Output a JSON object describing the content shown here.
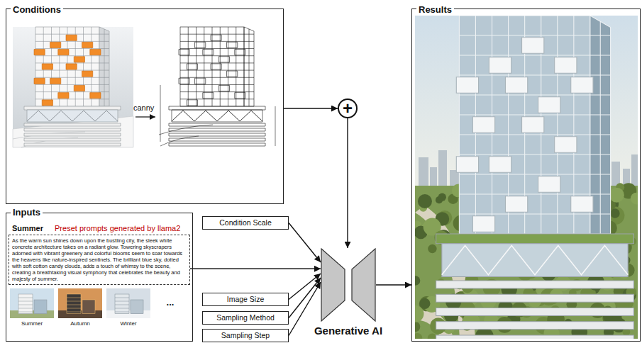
{
  "diagram": {
    "nodes": [
      {
        "text": [
          "Conditions"
        ]
      },
      {
        "text": [
          "+"
        ]
      },
      {
        "text": [
          "Inputs",
          "Summer",
          "Preset prompts generated by llama2"
        ]
      },
      {
        "text": [
          "As the warm sun shines down upon the bustling city, the sleek white concrete architecture takes on a radiant glow. Towering skyscrapers adorned with vibrant greenery and colorful blooms seem to soar towards the heavens like nature-inspired sentinels. The brilliant blue sky, dotted with soft cotton candy clouds, adds a touch of whimsy to the scene, creating a breathtaking visual symphony that celebrates the beauty and majesty of summer."
        ],
        "in": 2
      },
      {
        "text": [
          "Condition Scale"
        ]
      },
      {
        "text": [
          "Image Size"
        ]
      },
      {
        "text": [
          "Sampling Method"
        ]
      },
      {
        "text": [
          "Sampling Step"
        ]
      },
      {
        "text": [
          "Generative AI"
        ]
      },
      {
        "text": [
          "Results"
        ]
      }
    ],
    "edges": [
      {
        "from": 0,
        "to": 1,
        "arrow": "to"
      },
      {
        "from": 1,
        "to": 8,
        "arrow": "to"
      },
      {
        "from": 3,
        "to": 8,
        "arrow": "to"
      },
      {
        "from": 4,
        "to": 8,
        "arrow": "to"
      },
      {
        "from": 5,
        "to": 8,
        "arrow": "to"
      },
      {
        "from": 6,
        "to": 8,
        "arrow": "to"
      },
      {
        "from": 7,
        "to": 8,
        "arrow": "to"
      },
      {
        "from": 8,
        "to": 9,
        "arrow": "to"
      }
    ],
    "labels": [
      "canny",
      "Summer",
      "Autumn",
      "Winter",
      "..."
    ]
  }
}
